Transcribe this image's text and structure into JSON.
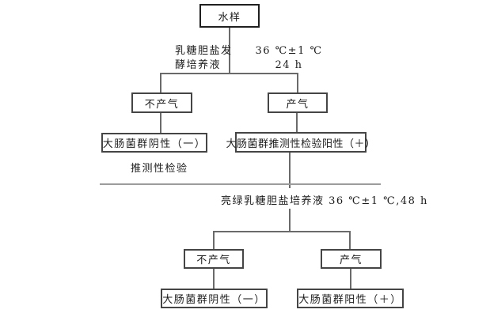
{
  "colors": {
    "background": "#ffffff",
    "box_border": "#454545",
    "connector_line": "#6a6a6a",
    "section_divider": "#9c9c9c",
    "text": "#1c1c1c"
  },
  "flowchart": {
    "root": "水样",
    "stage1": {
      "medium_line1": "乳糖胆盐发",
      "medium_line2": "酵培养液",
      "temp": "36 ℃±1 ℃",
      "time": "24 h",
      "no_gas": "不产气",
      "gas": "产气",
      "negative_result": "大肠菌群阴性（一）",
      "positive_result": "大肠菌群推测性检验阳性（＋）",
      "stage_label": "推测性检验"
    },
    "stage2": {
      "medium": "亮绿乳糖胆盐培养液 36 ℃±1 ℃,48 h",
      "no_gas": "不产气",
      "gas": "产气",
      "negative_result": "大肠菌群阴性（一）",
      "positive_result": "大肠菌群阳性（＋）"
    }
  }
}
